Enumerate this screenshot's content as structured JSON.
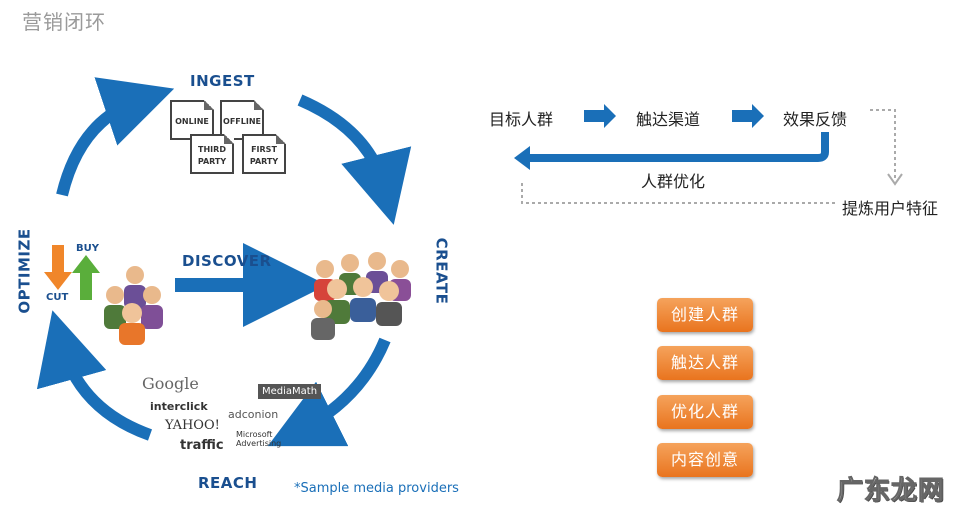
{
  "title": "营销闭环",
  "cycle": {
    "ingest": "INGEST",
    "create": "CREATE",
    "reach": "REACH",
    "optimize": "OPTIMIZE",
    "discover": "DISCOVER",
    "buy": "BUY",
    "cut": "CUT",
    "docs": [
      "ONLINE",
      "OFFLINE",
      "THIRD PARTY",
      "FIRST PARTY"
    ],
    "providers": [
      "Google",
      "interclick",
      "YAHOO!",
      "traffic",
      "MediaMath",
      "adconion",
      "Microsoft Advertising"
    ],
    "providers_note": "*Sample media providers"
  },
  "flow": {
    "steps": [
      "目标人群",
      "触达渠道",
      "效果反馈"
    ],
    "loop_label": "人群优化",
    "outer_label": "提炼用户特征"
  },
  "buttons": [
    "创建人群",
    "触达人群",
    "优化人群",
    "内容创意"
  ],
  "watermark": "广东龙网",
  "colors": {
    "arrow_blue": "#1a6fb8",
    "button_orange": "#ec7a25",
    "label_blue": "#1a4f8f"
  }
}
